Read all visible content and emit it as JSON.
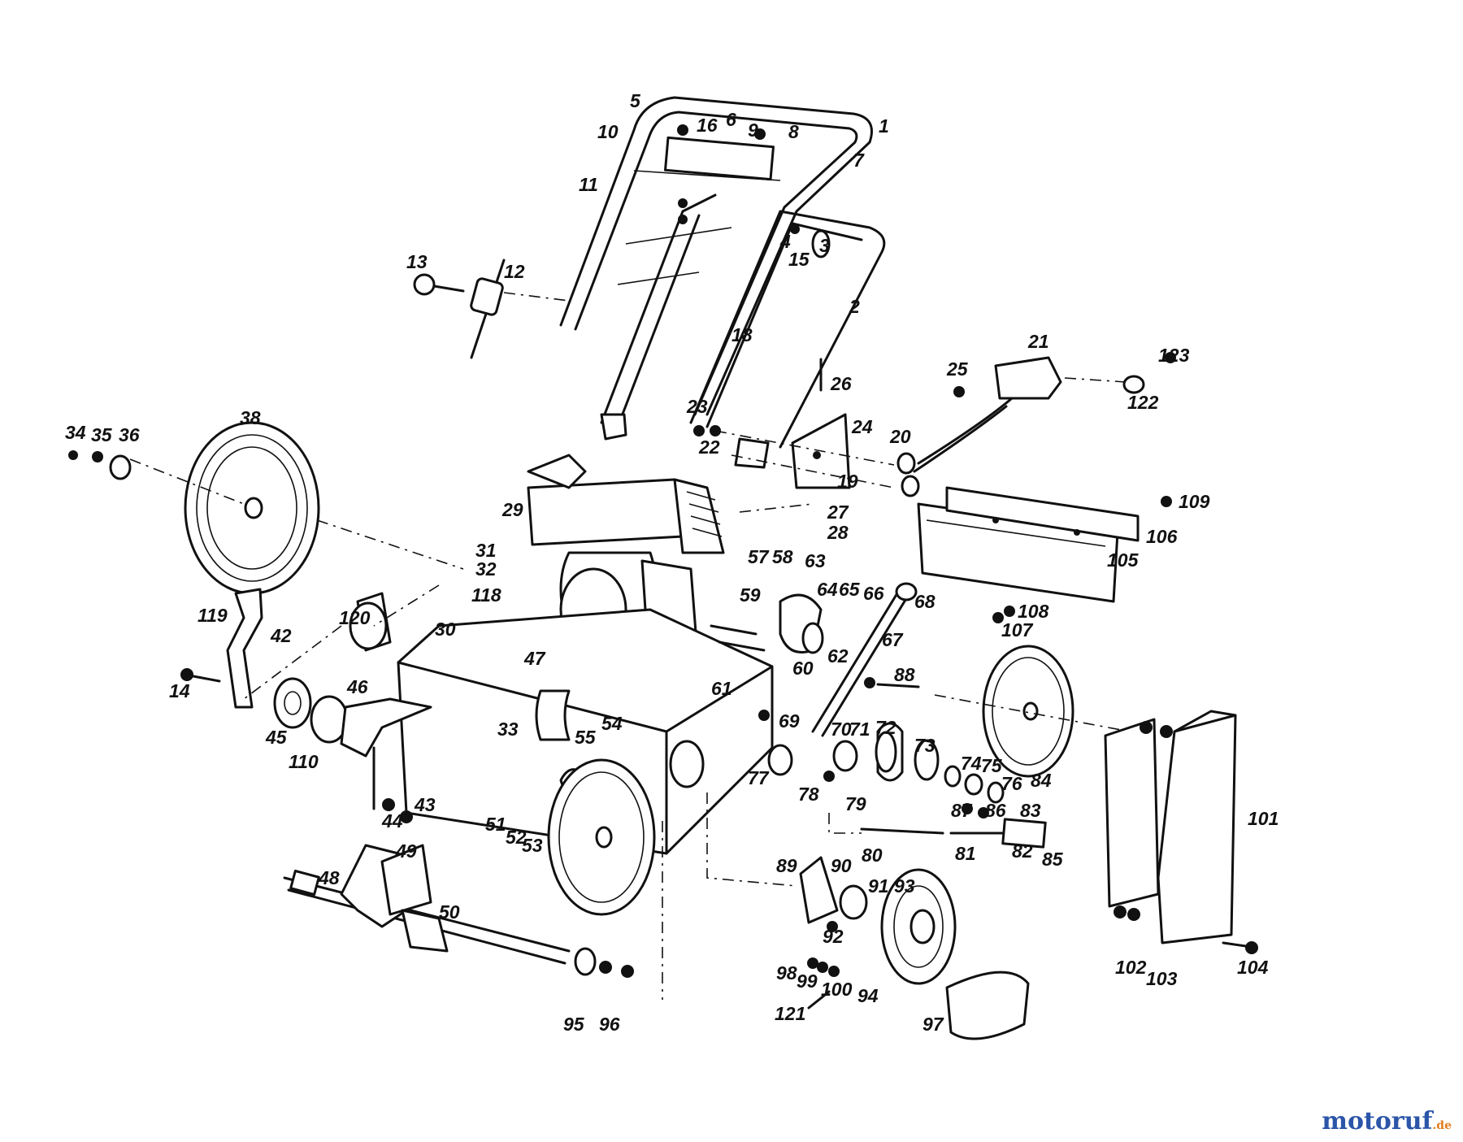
{
  "part_labels": [
    "1",
    "2",
    "3",
    "4",
    "5",
    "6",
    "7",
    "8",
    "9",
    "10",
    "11",
    "12",
    "13",
    "14",
    "15",
    "16",
    "18",
    "19",
    "20",
    "21",
    "22",
    "23",
    "24",
    "25",
    "26",
    "27",
    "28",
    "29",
    "30",
    "31",
    "32",
    "33",
    "34",
    "35",
    "36",
    "38",
    "42",
    "43",
    "44",
    "45",
    "46",
    "47",
    "48",
    "49",
    "50",
    "51",
    "52",
    "53",
    "54",
    "55",
    "57",
    "58",
    "59",
    "60",
    "61",
    "62",
    "63",
    "64",
    "65",
    "66",
    "67",
    "68",
    "69",
    "70",
    "71",
    "72",
    "73",
    "74",
    "75",
    "76",
    "77",
    "78",
    "79",
    "80",
    "81",
    "82",
    "83",
    "84",
    "85",
    "86",
    "87",
    "88",
    "89",
    "90",
    "91",
    "92",
    "93",
    "94",
    "95",
    "96",
    "97",
    "98",
    "99",
    "100",
    "101",
    "102",
    "103",
    "104",
    "105",
    "106",
    "107",
    "108",
    "109",
    "110",
    "118",
    "119",
    "120",
    "121",
    "122",
    "123"
  ],
  "watermark": {
    "main": "motoruf",
    "tld": ".de"
  }
}
